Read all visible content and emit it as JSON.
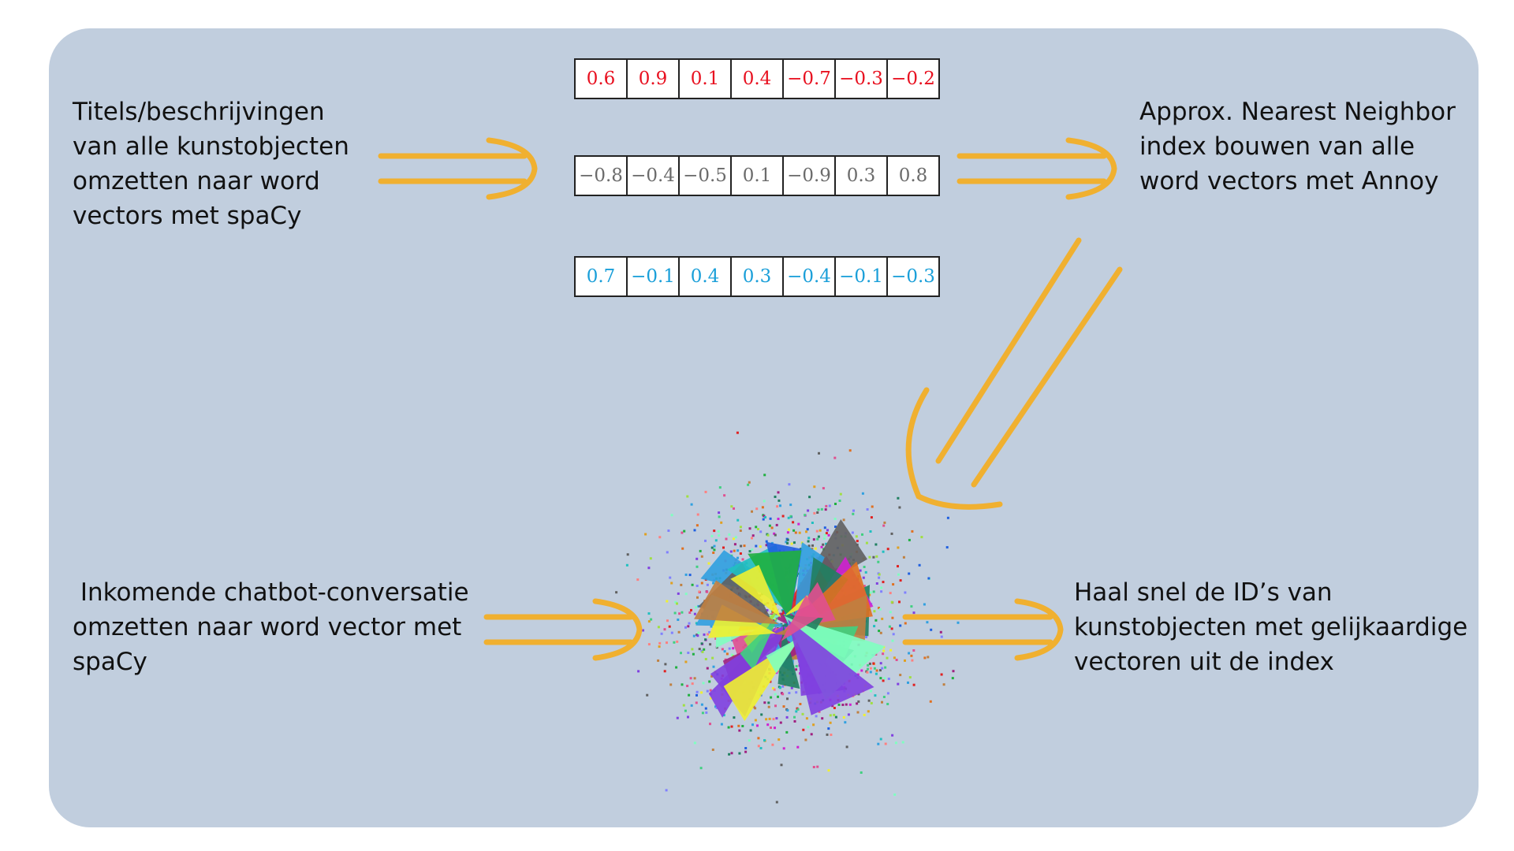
{
  "steps": {
    "step1_lines": [
      "Titels/beschrijvingen",
      "van alle kunstobjecten",
      "omzetten naar word",
      "vectors met spaCy"
    ],
    "step2_lines": [
      "Approx. Nearest Neighbor",
      "index bouwen van alle",
      "word vectors met Annoy"
    ],
    "step3_lines": [
      " Inkomende chatbot-conversatie",
      "omzetten naar word vector met",
      "spaCy"
    ],
    "step4_lines": [
      "Haal snel de ID’s van",
      "kunstobjecten met gelijkaardige",
      "vectoren uit de index"
    ]
  },
  "vectors": [
    {
      "color": "#e8101f",
      "values": [
        "0.6",
        "0.9",
        "0.1",
        "0.4",
        "−0.7",
        "−0.3",
        "−0.2"
      ]
    },
    {
      "color": "#6b6b6b",
      "values": [
        "−0.8",
        "−0.4",
        "−0.5",
        "0.1",
        "−0.9",
        "0.3",
        "0.8"
      ]
    },
    {
      "color": "#1a9fd9",
      "values": [
        "0.7",
        "−0.1",
        "0.4",
        "0.3",
        "−0.4",
        "−0.1",
        "−0.3"
      ]
    }
  ],
  "colors": {
    "panel": "#c1cede",
    "arrow": "#f0b030",
    "text": "#111111"
  },
  "icons": {
    "arrows": "double-line-arrow",
    "cluster": "annoy-index-cluster"
  }
}
